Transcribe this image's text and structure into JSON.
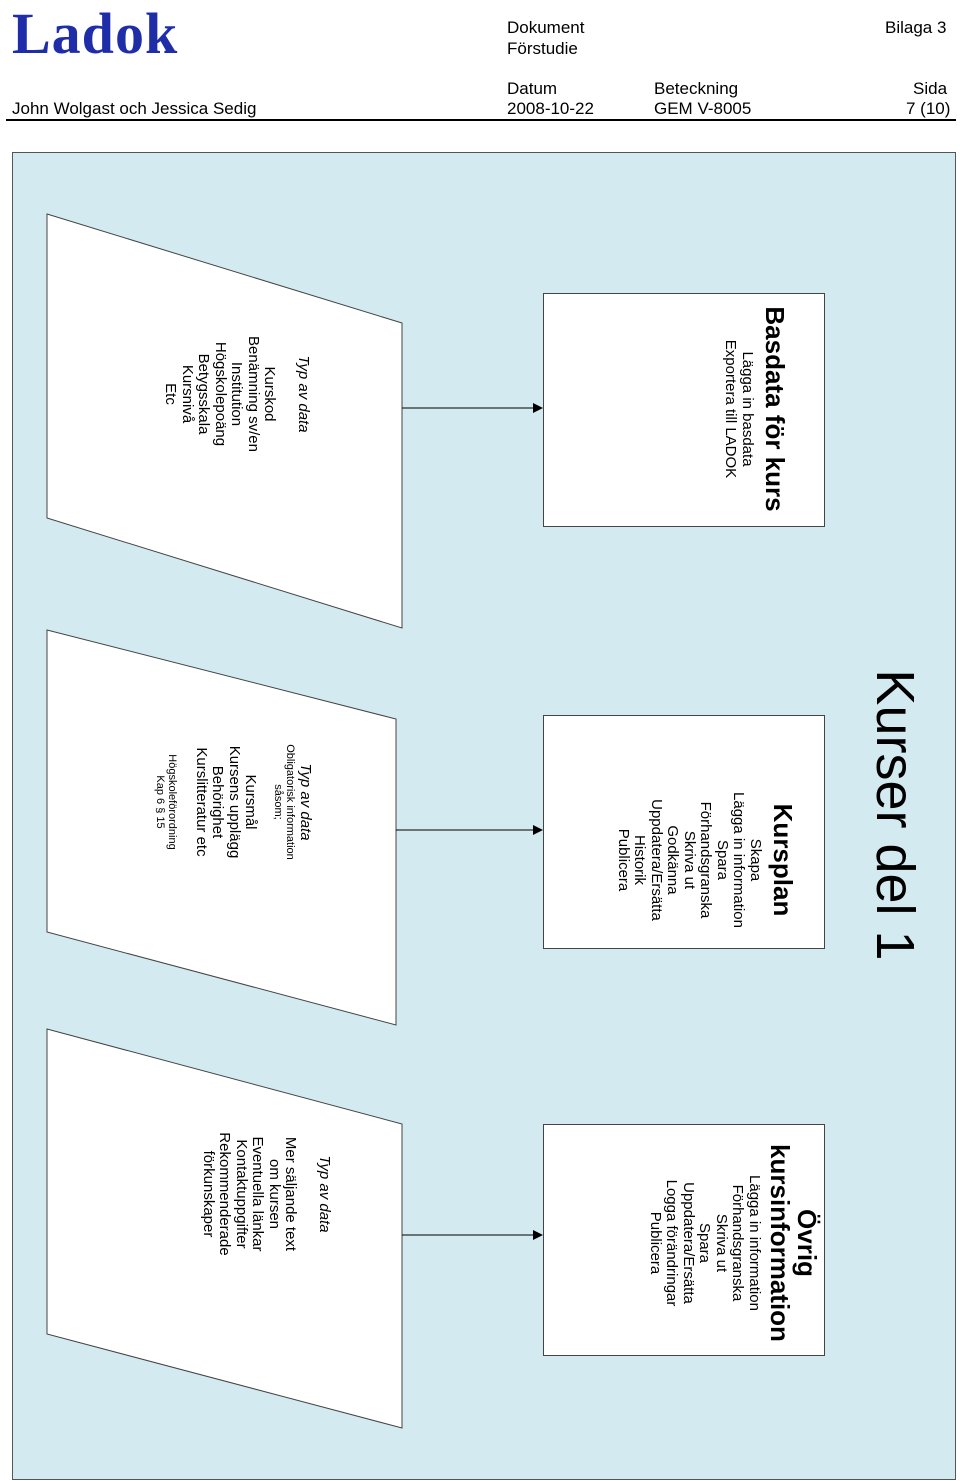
{
  "header": {
    "logo": "Ladok",
    "doc_label": "Dokument",
    "doc_value": "Förstudie",
    "bilaga": "Bilaga 3",
    "authors": "John Wolgast och Jessica Sedig",
    "datum_label": "Datum",
    "datum_value": "2008-10-22",
    "beteckning_label": "Beteckning",
    "beteckning_value": "GEM V-8005",
    "sida_label": "Sida",
    "sida_value": "7 (10)"
  },
  "diagram": {
    "title": "Kurser del 1",
    "processes": [
      {
        "title": "Basdata för kurs",
        "lines": [
          "Lägga in basdata",
          "Exportera till LADOK"
        ]
      },
      {
        "title": "Kursplan",
        "lines": [
          "Skapa",
          "Lägga in information",
          "Spara",
          "Förhandsgranska",
          "Skriva ut",
          "Godkänna",
          "Uppdatera/Ersätta",
          "Historik",
          "Publicera"
        ]
      },
      {
        "title_line1": "Övrig",
        "title_line2": "kursinformation",
        "lines": [
          "Lägga in information",
          "Förhandsgranska",
          "Skriva ut",
          "Spara",
          "Uppdatera/Ersätta",
          "Logga förändringar",
          "Publicera"
        ]
      }
    ],
    "data_inputs": [
      {
        "heading": "Typ av data",
        "lines": [
          "Kurskod",
          "Benämning sv/en",
          "Institution",
          "Högskolepoäng",
          "Betygsskala",
          "Kursnivå",
          "Etc"
        ]
      },
      {
        "heading": "Typ av data",
        "sub1": "Obligatorisk information",
        "sub2": "såsom;",
        "lines": [
          "Kursmål",
          "Kursens upplägg",
          "Behörighet",
          "Kurslitteratur etc"
        ],
        "foot1": "Högskoleförordning",
        "foot2": "Kap 6 § 15"
      },
      {
        "heading": "Typ av data",
        "lines": [
          "Mer säljande text",
          "om kursen",
          "Eventuella länkar",
          "Kontaktuppgifter",
          "Rekommenderade",
          "förkunskaper"
        ]
      }
    ]
  }
}
